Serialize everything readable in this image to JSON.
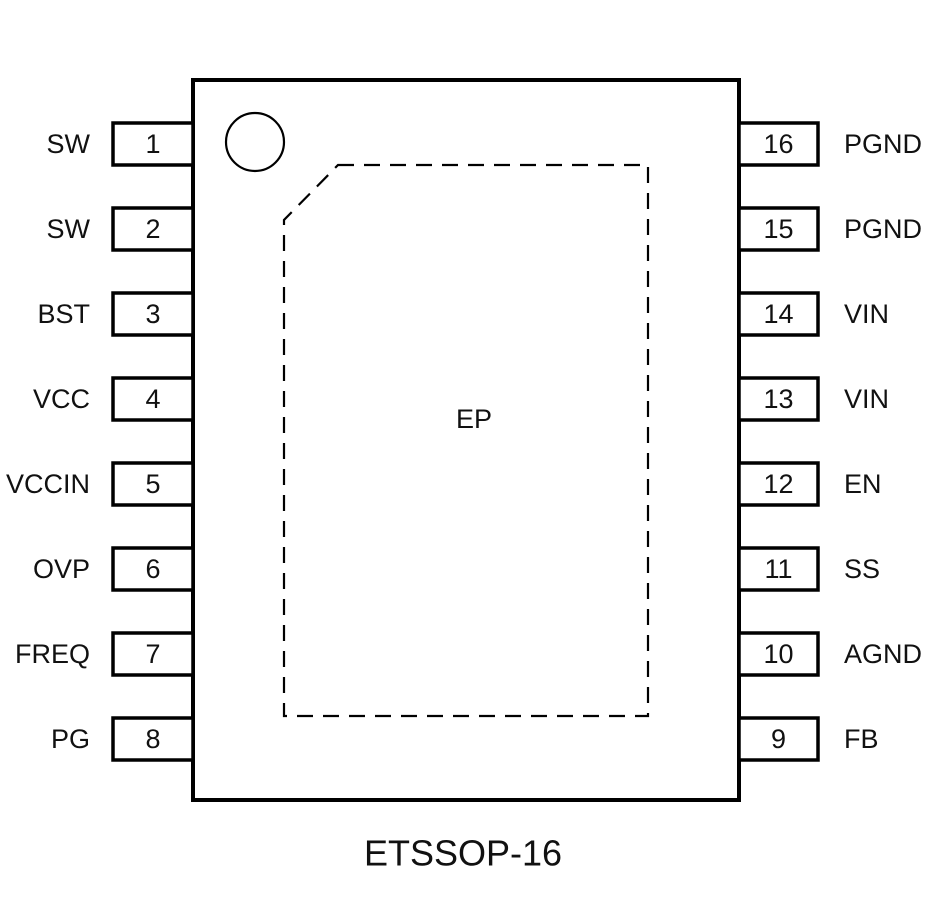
{
  "package": {
    "name": "ETSSOP-16",
    "exposed_pad_label": "EP",
    "pin1_marker": "circle",
    "colors": {
      "stroke": "#000000",
      "text": "#111111",
      "background": "#ffffff"
    }
  },
  "pins": {
    "left": [
      {
        "number": "1",
        "name": "SW"
      },
      {
        "number": "2",
        "name": "SW"
      },
      {
        "number": "3",
        "name": "BST"
      },
      {
        "number": "4",
        "name": "VCC"
      },
      {
        "number": "5",
        "name": "VCCIN"
      },
      {
        "number": "6",
        "name": "OVP"
      },
      {
        "number": "7",
        "name": "FREQ"
      },
      {
        "number": "8",
        "name": "PG"
      }
    ],
    "right": [
      {
        "number": "16",
        "name": "PGND"
      },
      {
        "number": "15",
        "name": "PGND"
      },
      {
        "number": "14",
        "name": "VIN"
      },
      {
        "number": "13",
        "name": "VIN"
      },
      {
        "number": "12",
        "name": "EN"
      },
      {
        "number": "11",
        "name": "SS"
      },
      {
        "number": "10",
        "name": "AGND"
      },
      {
        "number": "9",
        "name": "FB"
      }
    ]
  }
}
